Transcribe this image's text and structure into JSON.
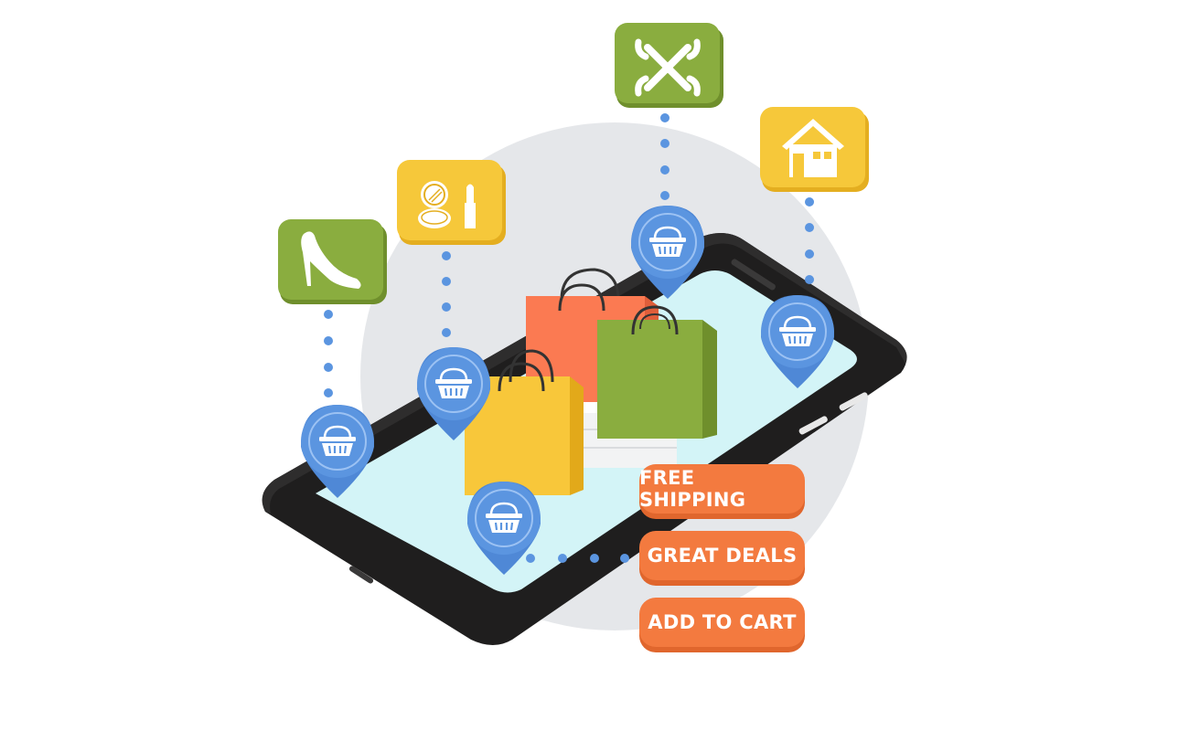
{
  "colors": {
    "background_circle": "#e5e7ea",
    "phone_body": "#1f1e1e",
    "phone_edge": "#2e2d2d",
    "screen": "#d3f4f7",
    "pin_blue": "#5b95e0",
    "pin_blue_light": "#7fb0ef",
    "dot_blue": "#5b95e0",
    "tile_green": "#8aad3f",
    "tile_green_dark": "#6f8f2c",
    "tile_yellow": "#f6c83a",
    "tile_yellow_dark": "#e4ae20",
    "bag_orange": "#fb7a52",
    "bag_green": "#8aad3f",
    "bag_yellow": "#f8c73a",
    "label_orange": "#f37a3f",
    "label_orange_dark": "#e0662d"
  },
  "category_tiles": [
    {
      "icon": "high-heel-icon",
      "color": "green"
    },
    {
      "icon": "cosmetics-icon",
      "color": "yellow"
    },
    {
      "icon": "wrench-tools-icon",
      "color": "green"
    },
    {
      "icon": "house-icon",
      "color": "yellow"
    }
  ],
  "pins": [
    {
      "icon": "shopping-basket-icon"
    },
    {
      "icon": "shopping-basket-icon"
    },
    {
      "icon": "shopping-basket-icon"
    },
    {
      "icon": "shopping-basket-icon"
    },
    {
      "icon": "shopping-basket-icon"
    }
  ],
  "labels": {
    "free_shipping": "FREE SHIPPING",
    "great_deals": "GREAT DEALS",
    "add_to_cart": "ADD TO CART"
  }
}
